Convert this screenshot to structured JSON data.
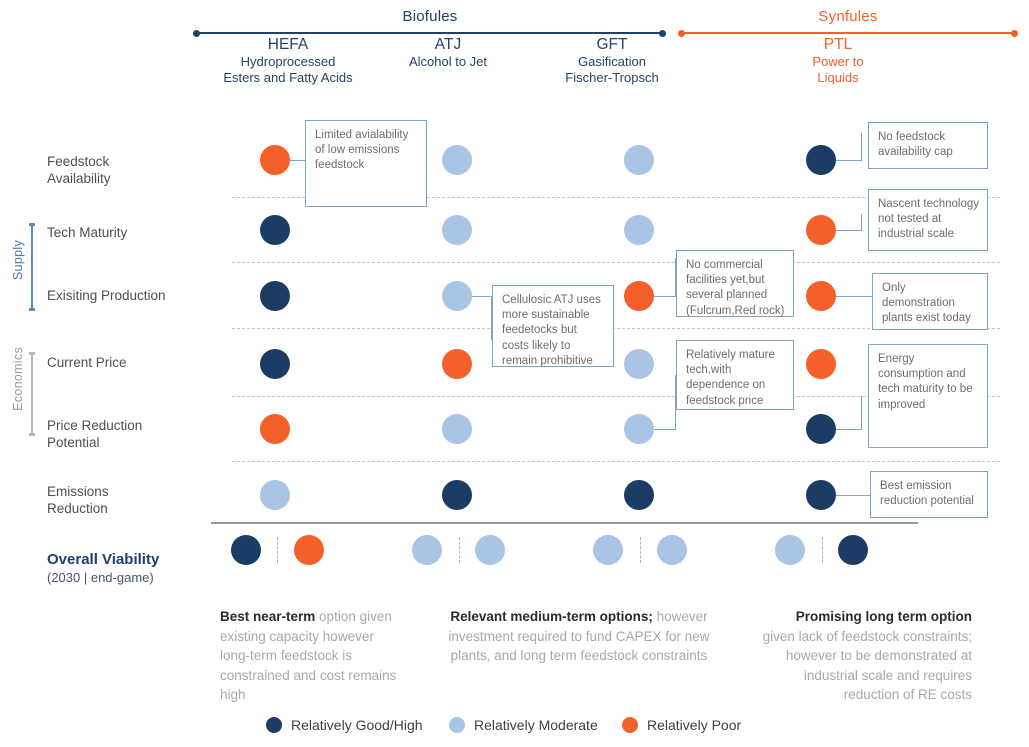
{
  "categories": [
    {
      "name": "Biofules",
      "color": "#1f3f6e"
    },
    {
      "name": "Synfules",
      "color": "#f4602a"
    }
  ],
  "columns": [
    {
      "abbr": "HEFA",
      "full": "Hydroprocessed\nEsters and Fatty Acids",
      "group": "Biofules"
    },
    {
      "abbr": "ATJ",
      "full": "Alcohol to Jet",
      "group": "Biofules"
    },
    {
      "abbr": "GFT",
      "full": "Gasification\nFischer-Tropsch",
      "group": "Biofules"
    },
    {
      "abbr": "PTL",
      "full": "Power to\nLiquids",
      "group": "Synfules"
    }
  ],
  "col_full_lines": [
    [
      "Hydroprocessed",
      "Esters and Fatty Acids"
    ],
    [
      "Alcohol to Jet"
    ],
    [
      "Gasification",
      "Fischer-Tropsch"
    ],
    [
      "Power to",
      "Liquids"
    ]
  ],
  "groups": [
    {
      "label": "Supply",
      "color": "#4678a8"
    },
    {
      "label": "Economics",
      "color": "#9b9b9b"
    }
  ],
  "rows": [
    {
      "label_lines": [
        "Feedstock",
        "Availability"
      ],
      "values": [
        "poor",
        "mod",
        "mod",
        "good"
      ]
    },
    {
      "label_lines": [
        "Tech Maturity"
      ],
      "values": [
        "good",
        "mod",
        "mod",
        "poor"
      ]
    },
    {
      "label_lines": [
        "Exisiting Production"
      ],
      "values": [
        "good",
        "mod",
        "poor",
        "poor"
      ]
    },
    {
      "label_lines": [
        "Current Price"
      ],
      "values": [
        "good",
        "poor",
        "mod",
        "poor"
      ]
    },
    {
      "label_lines": [
        "Price Reduction",
        "Potential"
      ],
      "values": [
        "poor",
        "mod",
        "mod",
        "good"
      ]
    },
    {
      "label_lines": [
        "Emissions",
        "Reduction"
      ],
      "values": [
        "mod",
        "good",
        "good",
        "good"
      ]
    }
  ],
  "callouts": [
    {
      "id": "limited-feedstock",
      "text": "Limited avialability of low emissions feedstock"
    },
    {
      "id": "cellulosic-atj",
      "text": "Cellulosic ATJ uses more sustainable feedetocks but costs likely to remain prohibitive"
    },
    {
      "id": "no-commercial",
      "text": "No commercial facilities yet,but several planned (Fulcrum,Red rock)"
    },
    {
      "id": "relatively-mature",
      "text": "Relatively mature tech,with dependence on feedstock price"
    },
    {
      "id": "no-feedstock-cap",
      "text": "No feedstock availability cap"
    },
    {
      "id": "nascent-tech",
      "text": "Nascent technology not tested at industrial scale"
    },
    {
      "id": "demonstration-plants",
      "text": "Only demonstration plants exist today"
    },
    {
      "id": "energy-consumption",
      "text": "Energy consumption and tech maturity to be improved"
    },
    {
      "id": "best-emission",
      "text": "Best emission reduction potential"
    }
  ],
  "overall": {
    "title": "Overall Viability",
    "subtitle": "(2030 | end-game)",
    "pairs": [
      {
        "column": "HEFA",
        "y2030": "good",
        "endgame": "poor"
      },
      {
        "column": "ATJ",
        "y2030": "mod",
        "endgame": "mod"
      },
      {
        "column": "GFT",
        "y2030": "mod",
        "endgame": "mod"
      },
      {
        "column": "PTL",
        "y2030": "mod",
        "endgame": "good"
      }
    ]
  },
  "summaries": [
    {
      "lead": "Best near-term",
      "rest": " option given existing capacity however long-term feedstock is constrained and cost remains high"
    },
    {
      "lead": "Relevant medium-term options;",
      "rest": " however investment required to fund CAPEX for new plants, and long term feedstock constraints"
    },
    {
      "lead": "Promising long term option",
      "rest": " given lack of feedstock constraints; however to be demonstrated at industrial scale and requires reduction of RE costs"
    }
  ],
  "legend": [
    {
      "label": "Relatively Good/High",
      "color": "#1c3c63",
      "key": "good"
    },
    {
      "label": "Relatively Moderate",
      "color": "#a9c4e4",
      "key": "mod"
    },
    {
      "label": "Relatively Poor",
      "color": "#f4602a",
      "key": "poor"
    }
  ],
  "colors": {
    "good": "#1c3c63",
    "moderate": "#a9c4e4",
    "poor": "#f4602a",
    "biofuels": "#1f3f6e",
    "synfuels": "#f4602a",
    "callout_border": "#79a6c9"
  }
}
